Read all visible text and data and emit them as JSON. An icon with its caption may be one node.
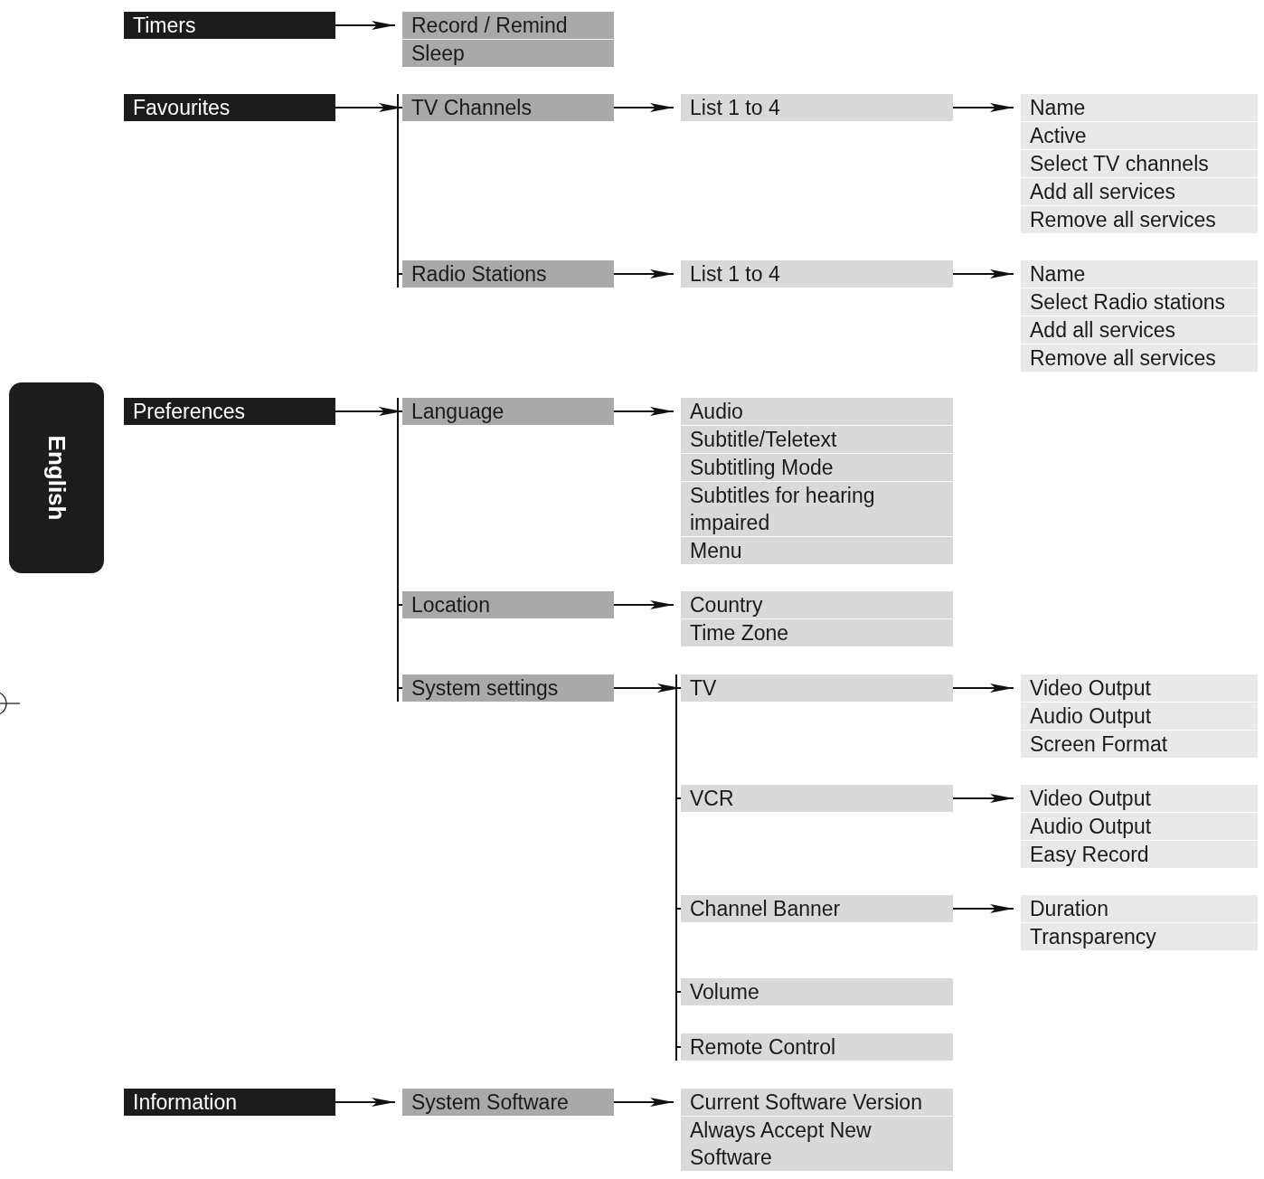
{
  "diagram": {
    "nodes": [
      {
        "text": [
          "Timers"
        ]
      },
      {
        "text": [
          "Record / Remind",
          "Sleep"
        ]
      },
      {
        "text": [
          "Favourites"
        ]
      },
      {
        "text": [
          "TV Channels"
        ]
      },
      {
        "text": [
          "List 1 to 4"
        ]
      },
      {
        "text": [
          "Name",
          "Active",
          "Select TV channels",
          "Add all services",
          "Remove all services"
        ]
      },
      {
        "text": [
          "Radio Stations"
        ]
      },
      {
        "text": [
          "List 1 to 4"
        ]
      },
      {
        "text": [
          "Name",
          "Select Radio stations",
          "Add all services",
          "Remove all services"
        ]
      },
      {
        "text": [
          "Preferences"
        ]
      },
      {
        "text": [
          "Language"
        ]
      },
      {
        "text": [
          "Audio",
          "Subtitle/Teletext",
          "Subtitling Mode",
          "Subtitles for hearing impaired",
          "Menu"
        ]
      },
      {
        "text": [
          "Location"
        ]
      },
      {
        "text": [
          "Country",
          "Time Zone"
        ]
      },
      {
        "text": [
          "System settings"
        ]
      },
      {
        "text": [
          "TV"
        ]
      },
      {
        "text": [
          "Video Output",
          "Audio Output",
          "Screen Format"
        ]
      },
      {
        "text": [
          "VCR"
        ]
      },
      {
        "text": [
          "Video Output",
          "Audio Output",
          "Easy Record"
        ]
      },
      {
        "text": [
          "Channel Banner"
        ]
      },
      {
        "text": [
          "Duration",
          "Transparency"
        ]
      },
      {
        "text": [
          "Volume"
        ]
      },
      {
        "text": [
          "Remote Control"
        ]
      },
      {
        "text": [
          "Information"
        ]
      },
      {
        "text": [
          "System Software"
        ]
      },
      {
        "text": [
          "Current Software Version",
          "Always Accept New Software"
        ]
      },
      {
        "text": [
          "English"
        ]
      }
    ],
    "edges": [
      {
        "from": 0,
        "to": 1,
        "arrow": "to"
      },
      {
        "from": 2,
        "to": 3,
        "arrow": "to"
      },
      {
        "from": 2,
        "to": 6,
        "arrow": "none"
      },
      {
        "from": 3,
        "to": 4,
        "arrow": "to"
      },
      {
        "from": 4,
        "to": 5,
        "arrow": "to"
      },
      {
        "from": 6,
        "to": 7,
        "arrow": "to"
      },
      {
        "from": 7,
        "to": 8,
        "arrow": "to"
      },
      {
        "from": 9,
        "to": 10,
        "arrow": "to"
      },
      {
        "from": 9,
        "to": 12,
        "arrow": "none"
      },
      {
        "from": 9,
        "to": 14,
        "arrow": "none"
      },
      {
        "from": 10,
        "to": 11,
        "arrow": "to"
      },
      {
        "from": 12,
        "to": 13,
        "arrow": "to"
      },
      {
        "from": 14,
        "to": 15,
        "arrow": "to"
      },
      {
        "from": 14,
        "to": 17,
        "arrow": "none"
      },
      {
        "from": 14,
        "to": 19,
        "arrow": "none"
      },
      {
        "from": 14,
        "to": 21,
        "arrow": "none"
      },
      {
        "from": 14,
        "to": 22,
        "arrow": "none"
      },
      {
        "from": 15,
        "to": 16,
        "arrow": "to"
      },
      {
        "from": 17,
        "to": 18,
        "arrow": "to"
      },
      {
        "from": 19,
        "to": 20,
        "arrow": "to"
      },
      {
        "from": 23,
        "to": 24,
        "arrow": "to"
      },
      {
        "from": 24,
        "to": 25,
        "arrow": "to"
      }
    ]
  }
}
